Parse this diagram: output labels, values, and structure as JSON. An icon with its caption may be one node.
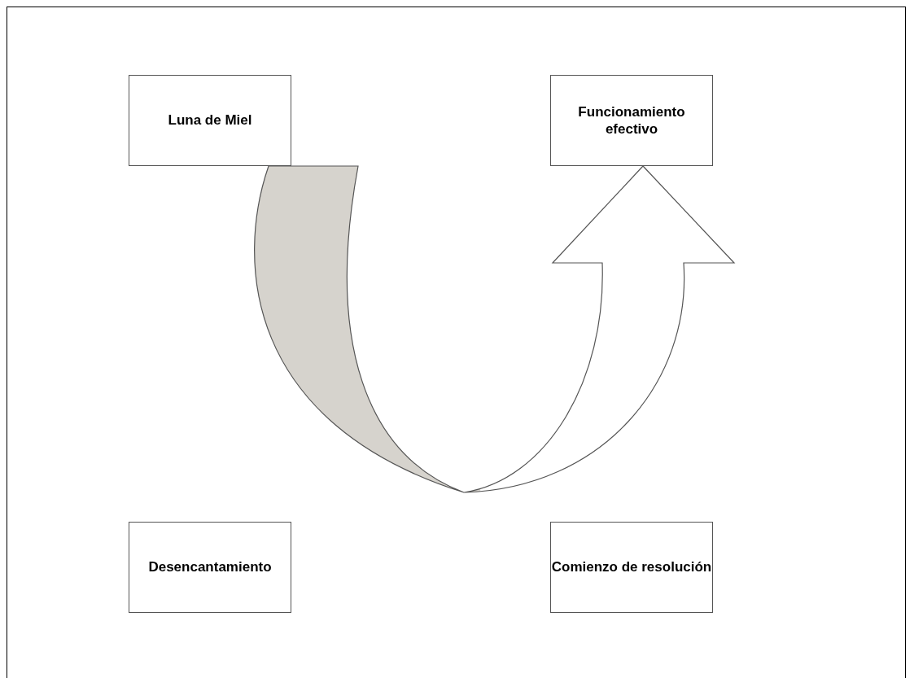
{
  "diagram": {
    "nodes": [
      {
        "text": [
          "Luna de Miel"
        ]
      },
      {
        "text": [
          "Funcionamiento efectivo"
        ]
      },
      {
        "text": [
          "Desencantamiento"
        ]
      },
      {
        "text": [
          "Comienzo de resolución"
        ]
      }
    ],
    "edges": [
      {
        "from": 0,
        "to": 1,
        "arrow": "to"
      }
    ]
  }
}
